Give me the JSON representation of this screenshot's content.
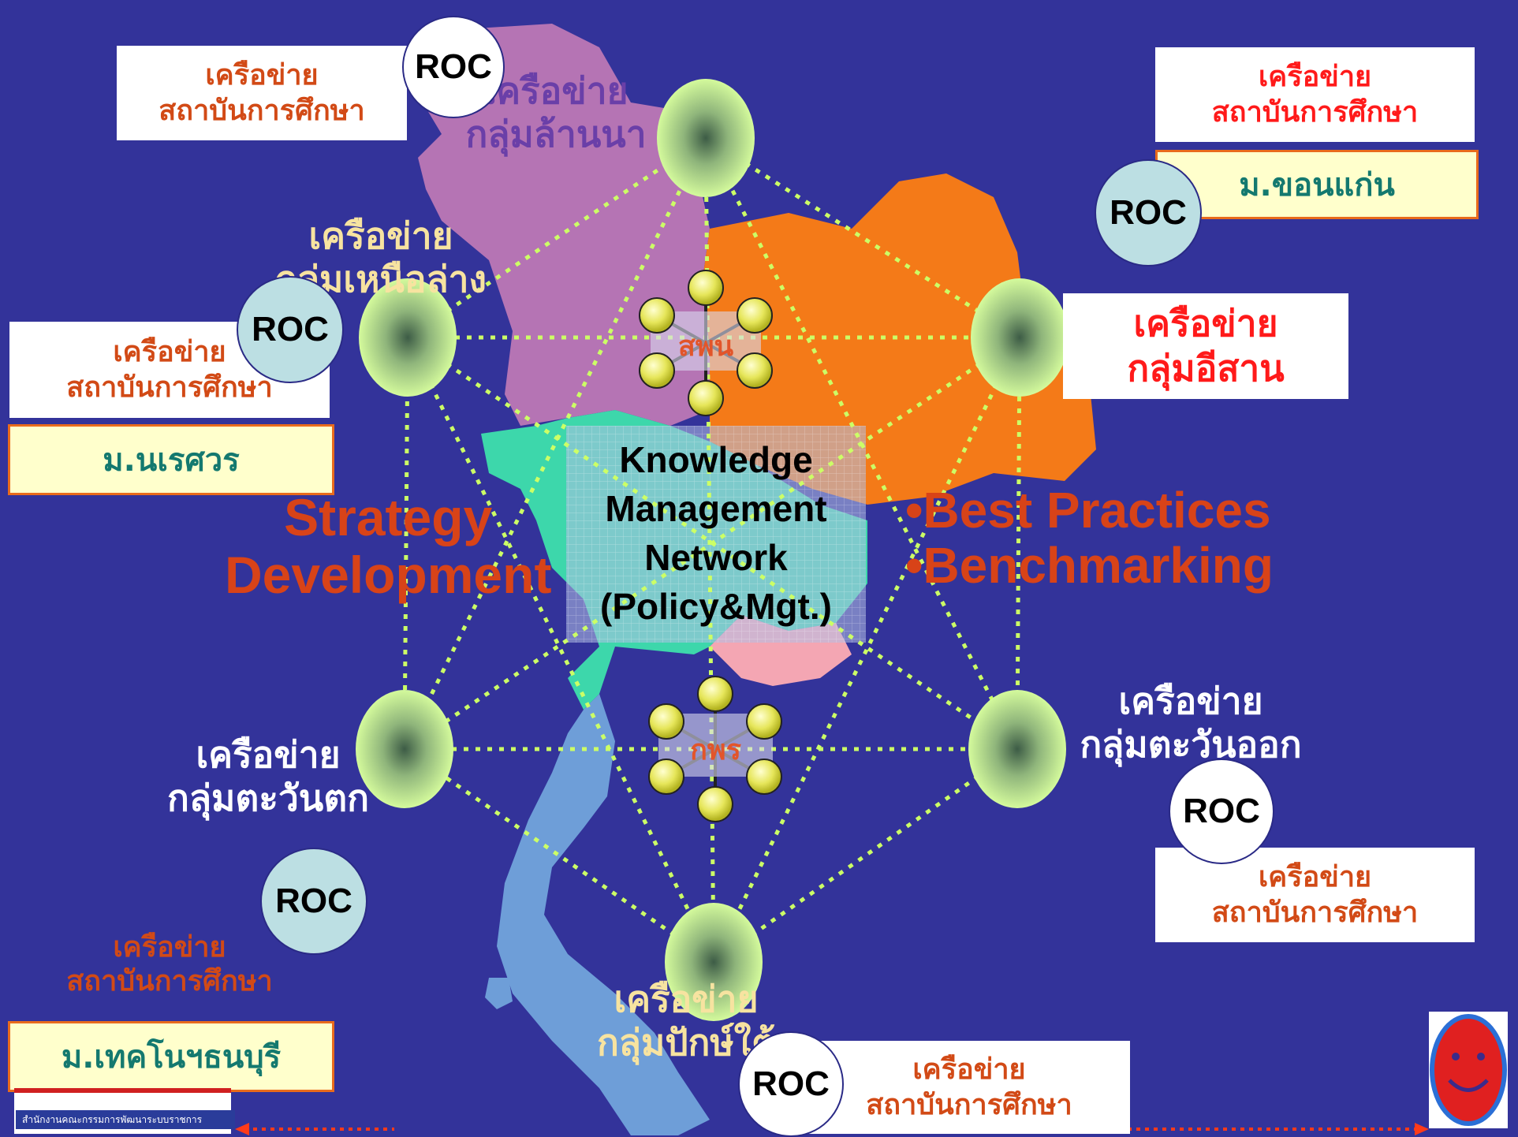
{
  "colors": {
    "background": "#33339a",
    "region_north": "#b574b4",
    "region_northeast": "#f47a18",
    "region_central": "#3dd7ab",
    "region_south": "#6e9ed8",
    "node_glow": "#ccf79b",
    "link_line": "#ccff66",
    "text_orange_red": "#d24a16",
    "text_red": "#ff1a1a",
    "text_teal": "#14796f"
  },
  "center": {
    "line1": "Knowledge",
    "line2": "Management",
    "line3": "Network",
    "line4": "(Policy&Mgt.)"
  },
  "hubs": {
    "top": "สพน",
    "bottom": "กพร"
  },
  "left_red_text": {
    "line1": "Strategy",
    "line2": "Development"
  },
  "right_red_text": {
    "line1": "•Best Practices",
    "line2": "•Benchmarking"
  },
  "networks": {
    "lanna": {
      "line1": "เครือข่าย",
      "line2": "กลุ่มล้านนา"
    },
    "lower_north": {
      "line1": "เครือข่าย",
      "line2": "กลุ่มเหนือล่าง"
    },
    "isan": {
      "line1": "เครือข่าย",
      "line2": "กลุ่มอีสาน"
    },
    "west": {
      "line1": "เครือข่าย",
      "line2": "กลุ่มตะวันตก"
    },
    "east": {
      "line1": "เครือข่าย",
      "line2": "กลุ่มตะวันออก"
    },
    "south": {
      "line1": "เครือข่าย",
      "line2": "กลุ่มปักษ์ใต้"
    }
  },
  "institution_boxes": {
    "top_left": {
      "line1": "เครือข่าย",
      "line2": "สถาบันการศึกษา"
    },
    "top_right": {
      "line1": "เครือข่าย",
      "line2": "สถาบันการศึกษา"
    },
    "mid_left": {
      "line1": "เครือข่าย",
      "line2": "สถาบันการศึกษา"
    },
    "bottom_left": {
      "line1": "เครือข่าย",
      "line2": "สถาบันการศึกษา"
    },
    "right_lower": {
      "line1": "เครือข่าย",
      "line2": "สถาบันการศึกษา"
    },
    "bottom_center": {
      "line1": "เครือข่าย",
      "line2": "สถาบันการศึกษา"
    }
  },
  "universities": {
    "khon_kaen": "ม.ขอนแก่น",
    "naresuan": "ม.นเรศวร",
    "kmutt": "ม.เทคโนฯธนบุรี"
  },
  "roc_label": "ROC",
  "footer_caption": "สำนักงานคณะกรรมการพัฒนาระบบราชการ"
}
